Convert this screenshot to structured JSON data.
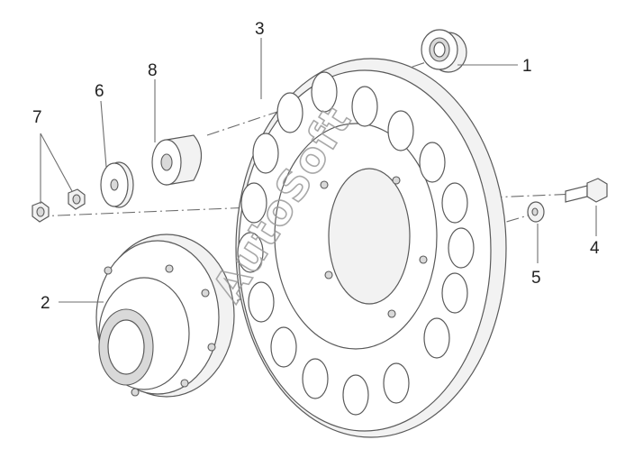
{
  "diagram": {
    "callouts": [
      {
        "id": "1",
        "label": "1"
      },
      {
        "id": "2",
        "label": "2"
      },
      {
        "id": "3",
        "label": "3"
      },
      {
        "id": "4",
        "label": "4"
      },
      {
        "id": "5",
        "label": "5"
      },
      {
        "id": "6",
        "label": "6"
      },
      {
        "id": "7",
        "label": "7"
      },
      {
        "id": "8",
        "label": "8"
      }
    ],
    "watermark": "AutoSoft"
  },
  "colors": {
    "line": "#6e6e6e",
    "part_stroke": "#5a5a5a",
    "shade": "#d9d9d9",
    "text": "#222222"
  }
}
